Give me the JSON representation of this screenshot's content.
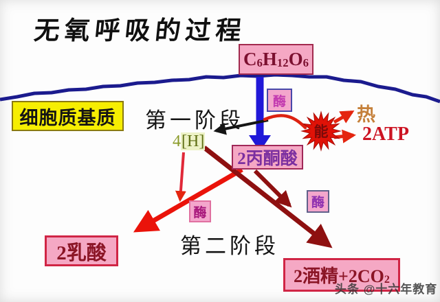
{
  "title": "无氧呼吸的过程",
  "regions": {
    "cytoplasm": "细胞质基质"
  },
  "stages": {
    "stage1": "第一阶段",
    "stage2": "第二阶段"
  },
  "molecules": {
    "glucose": {
      "p1": "C",
      "s1": "6",
      "p2": "H",
      "s2": "12",
      "p3": "O",
      "s3": "6"
    },
    "hydrogen": {
      "count": "4",
      "carrier": "[H]"
    },
    "pyruvate": "2丙酮酸",
    "lactate": "2乳酸",
    "alcohol_co2": {
      "main": "2酒精+2CO",
      "sub": "2"
    }
  },
  "enzyme_label": "酶",
  "energy": {
    "burst": "能",
    "heat": "热",
    "atp": "2ATP"
  },
  "watermark": "头条 @十六年教育",
  "colors": {
    "membrane": "#1b1b8e",
    "stage1_arrow": "#2018d8",
    "black_arrow": "#151515",
    "energy_burst": "#e01207",
    "lactate_arrow": "#ea130a",
    "alcohol_arrow": "#8e1010",
    "molecule_box_bg": "#f5a8c4",
    "region_box_bg": "#f6ee02",
    "pyruvate_text": "#7b2fa0",
    "heat_text": "#c5803a",
    "atp_text": "#cc1322",
    "dark_red_text": "#8b1526"
  }
}
